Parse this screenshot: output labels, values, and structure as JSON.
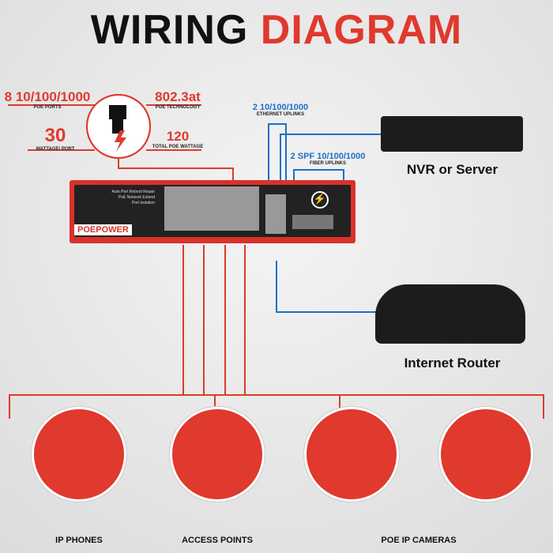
{
  "title": {
    "part1": "WIRING",
    "part2": "DIAGRAM"
  },
  "specs": [
    {
      "value": "8 10/100/1000",
      "label": "POE PORTS"
    },
    {
      "value": "802.3at",
      "label": "POE TECHNOLOGY"
    },
    {
      "value": "30",
      "label": "WATTAGE/ PORT"
    },
    {
      "value": "120",
      "label": "TOTAL POE WATTAGE"
    }
  ],
  "uplinks": {
    "ethernet_value": "2 10/100/1000",
    "ethernet_label": "ETHERNET UPLINKS",
    "fiber_value": "2 SPF 10/100/1000",
    "fiber_label": "FIBER UPLINKS"
  },
  "switch": {
    "brand": "POEPOWER",
    "features": [
      "Auto Port Reboot Repair",
      "PoE Network Extend",
      "Port Isolation"
    ]
  },
  "devices": {
    "nvr": "NVR or Server",
    "router": "Internet Router"
  },
  "endpoints": [
    "IP PHONES",
    "ACCESS POINTS",
    "POE IP CAMERAS"
  ],
  "colors": {
    "accent": "#e0392e",
    "uplink": "#1d6fc8"
  }
}
